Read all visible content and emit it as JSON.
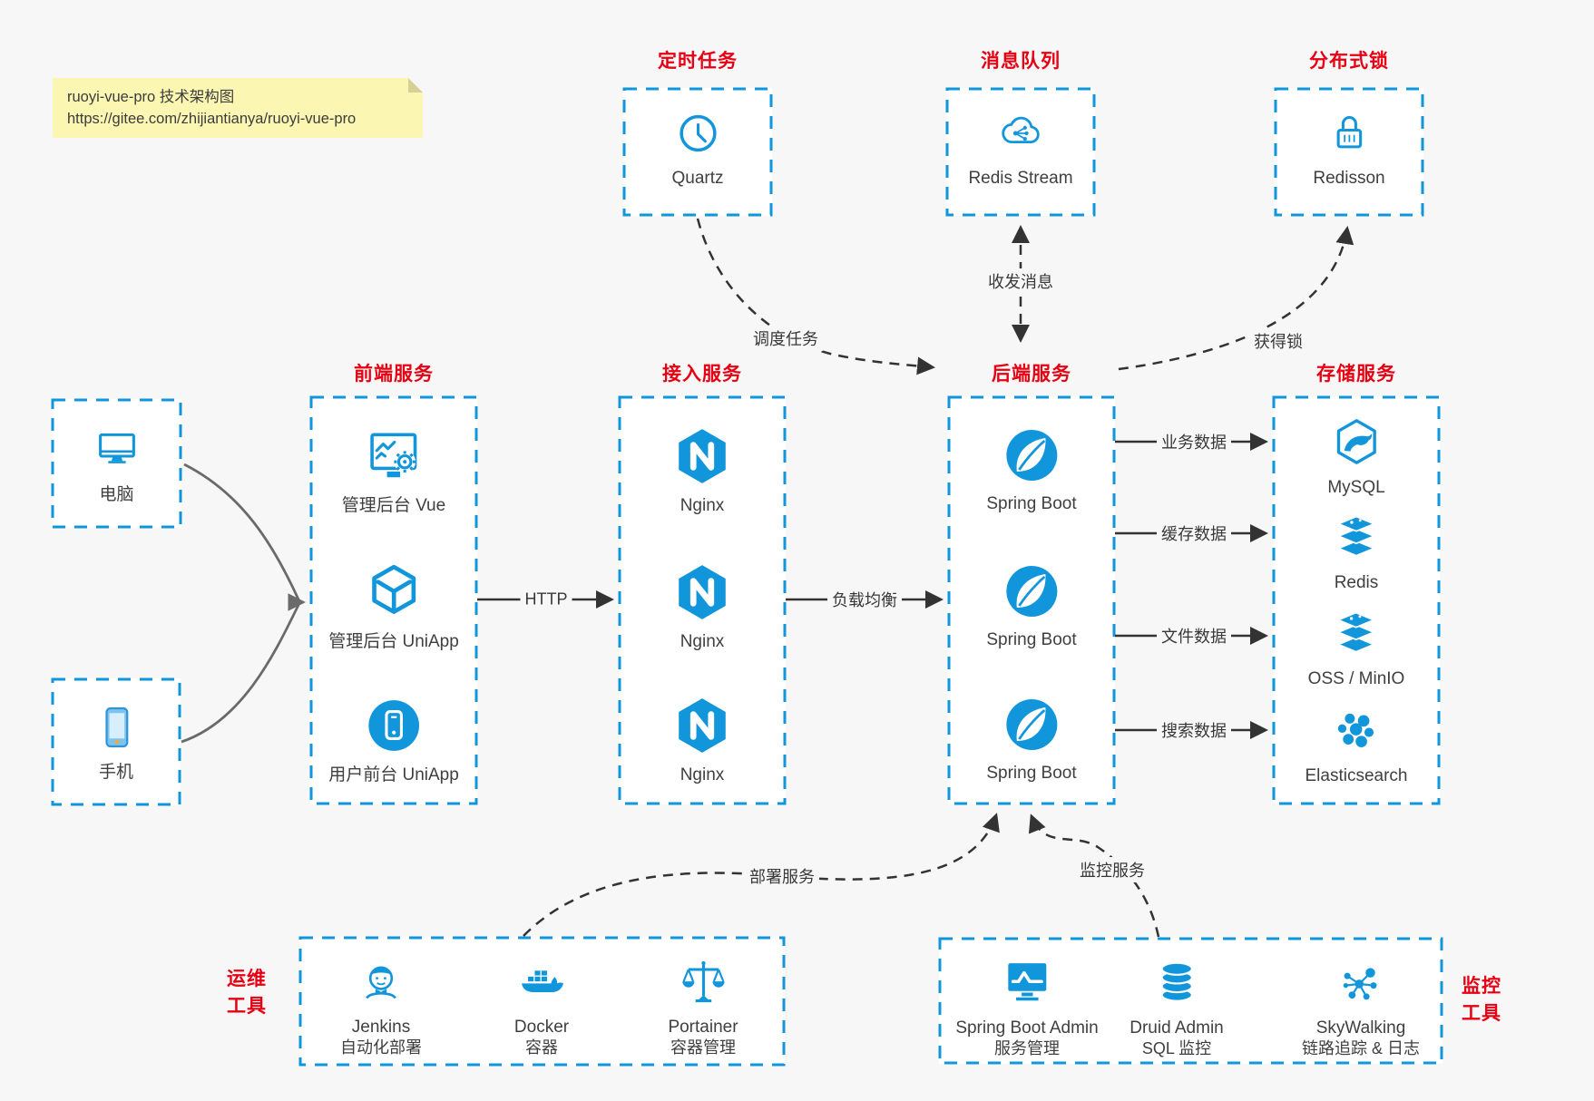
{
  "note": {
    "line1": "ruoyi-vue-pro 技术架构图",
    "line2": "https://gitee.com/zhijiantianya/ruoyi-vue-pro"
  },
  "colors": {
    "accent_blue": "#1296db",
    "title_red": "#e60012",
    "arrow_dark": "#333333",
    "arrow_gray": "#6a6a6a",
    "note_bg": "#fbf7b3",
    "canvas_bg": "#f7f7f8",
    "box_bg": "#ffffff"
  },
  "clients": [
    {
      "icon": "desktop-icon",
      "label": "电脑"
    },
    {
      "icon": "smartphone-icon",
      "label": "手机"
    }
  ],
  "top_groups": [
    {
      "title": "定时任务",
      "items": [
        {
          "icon": "clock-icon",
          "label": "Quartz"
        }
      ]
    },
    {
      "title": "消息队列",
      "items": [
        {
          "icon": "cloud-share-icon",
          "label": "Redis Stream"
        }
      ]
    },
    {
      "title": "分布式锁",
      "items": [
        {
          "icon": "lock-icon",
          "label": "Redisson"
        }
      ]
    }
  ],
  "main_groups": [
    {
      "title": "前端服务",
      "items": [
        {
          "icon": "admin-vue-icon",
          "label": "管理后台 Vue"
        },
        {
          "icon": "uniapp-cube-icon",
          "label": "管理后台 UniApp"
        },
        {
          "icon": "user-app-icon",
          "label": "用户前台 UniApp"
        }
      ]
    },
    {
      "title": "接入服务",
      "items": [
        {
          "icon": "nginx-icon",
          "label": "Nginx"
        },
        {
          "icon": "nginx-icon",
          "label": "Nginx"
        },
        {
          "icon": "nginx-icon",
          "label": "Nginx"
        }
      ]
    },
    {
      "title": "后端服务",
      "items": [
        {
          "icon": "spring-boot-icon",
          "label": "Spring Boot"
        },
        {
          "icon": "spring-boot-icon",
          "label": "Spring Boot"
        },
        {
          "icon": "spring-boot-icon",
          "label": "Spring Boot"
        }
      ]
    },
    {
      "title": "存储服务",
      "items": [
        {
          "icon": "mysql-icon",
          "label": "MySQL"
        },
        {
          "icon": "redis-icon",
          "label": "Redis"
        },
        {
          "icon": "object-storage-icon",
          "label": "OSS / MinIO"
        },
        {
          "icon": "elasticsearch-icon",
          "label": "Elasticsearch"
        }
      ]
    }
  ],
  "bottom_groups": [
    {
      "title_lines": [
        "运维",
        "工具"
      ],
      "items": [
        {
          "icon": "jenkins-icon",
          "label": "Jenkins",
          "sublabel": "自动化部署"
        },
        {
          "icon": "docker-icon",
          "label": "Docker",
          "sublabel": "容器"
        },
        {
          "icon": "portainer-icon",
          "label": "Portainer",
          "sublabel": "容器管理"
        }
      ]
    },
    {
      "title_lines": [
        "监控",
        "工具"
      ],
      "items": [
        {
          "icon": "sba-monitor-icon",
          "label": "Spring Boot Admin",
          "sublabel": "服务管理"
        },
        {
          "icon": "druid-db-icon",
          "label": "Druid Admin",
          "sublabel": "SQL 监控"
        },
        {
          "icon": "skywalking-icon",
          "label": "SkyWalking",
          "sublabel": "链路追踪 & 日志"
        }
      ]
    }
  ],
  "edges": {
    "http": "HTTP",
    "load_balance": "负载均衡",
    "schedule_job": "调度任务",
    "send_receive_msg": "收发消息",
    "acquire_lock": "获得锁",
    "business_data": "业务数据",
    "cache_data": "缓存数据",
    "file_data": "文件数据",
    "search_data": "搜索数据",
    "deploy_service": "部署服务",
    "monitor_service": "监控服务"
  }
}
